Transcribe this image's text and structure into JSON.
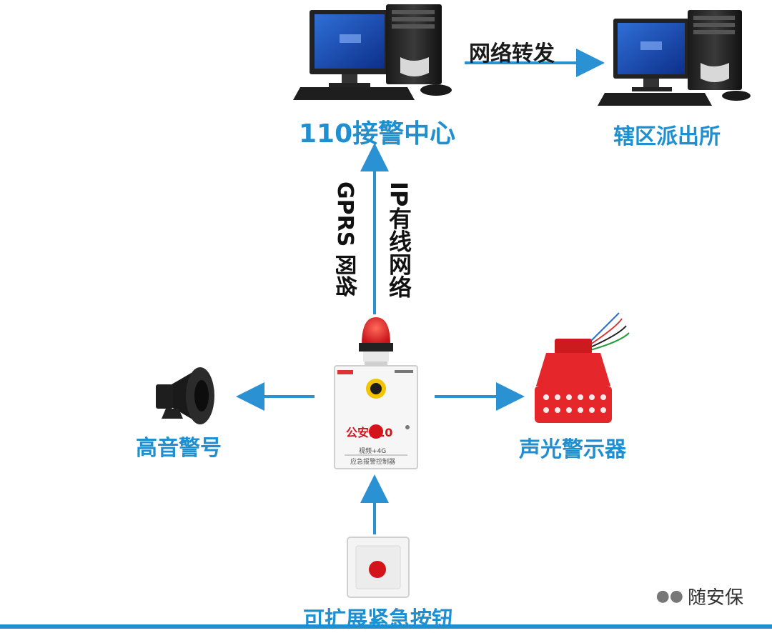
{
  "labels": {
    "center": "110接警中心",
    "station": "辖区派出所",
    "forward": "网络转发",
    "gprs": "GPRS 网络",
    "ip_wired": "IP有线网络",
    "horn": "高音警号",
    "strobe": "声光警示器",
    "button": "可扩展紧急按钮"
  },
  "device": {
    "text": "公安110",
    "subtext": "视频+4G",
    "caption": "应急报警控制器"
  },
  "watermark": "随安保",
  "colors": {
    "label_blue": "#1f8fd0",
    "arrow_blue": "#2a92d2",
    "alarm_red": "#e5262a"
  }
}
